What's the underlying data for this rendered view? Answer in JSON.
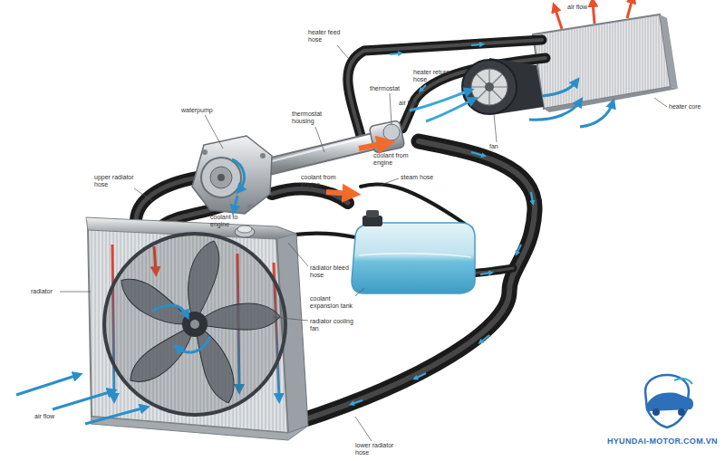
{
  "diagram": {
    "labels": [
      "heater feed hose",
      "air flow",
      "heater return hose",
      "waterpump",
      "thermostat housing",
      "thermostat",
      "air flow",
      "fan",
      "heater core",
      "coolant from engine",
      "steam hose",
      "upper radiator hose",
      "coolant from engine",
      "coolant to engine",
      "radiator",
      "radiator bleed hose",
      "coolant expansion tank",
      "radiator cooling fan",
      "air flow",
      "lower radiator hose",
      "HYUNDAI-MOTOR.COM.VN"
    ]
  }
}
